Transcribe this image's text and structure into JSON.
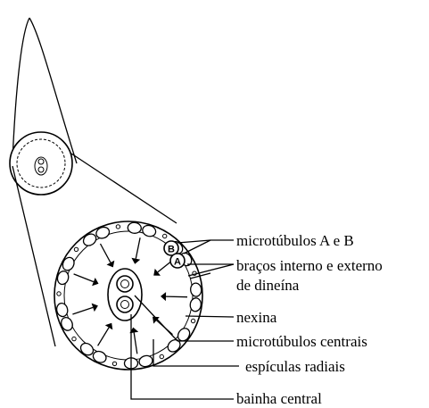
{
  "labels": {
    "ab": "microtúbulos A e B",
    "arms_line1": "braços interno e externo",
    "arms_line2": "de dineína",
    "nexin": "nexina",
    "central_mt": "microtúbulos centrais",
    "radial": "espículas radiais",
    "sheath": "bainha central",
    "letter_b": "B",
    "letter_a": "A"
  }
}
